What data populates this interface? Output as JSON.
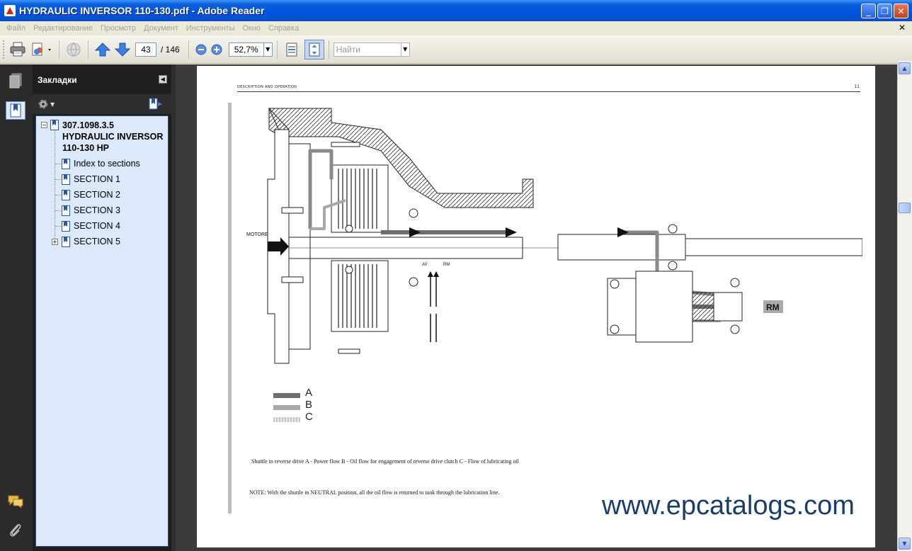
{
  "window": {
    "title": "HYDRAULIC INVERSOR 110-130.pdf - Adobe Reader",
    "minimize": "_",
    "restore": "❐",
    "close": "✕"
  },
  "menu": {
    "items": [
      "Файл",
      "Редактирование",
      "Просмотр",
      "Документ",
      "Инструменты",
      "Окно",
      "Справка"
    ],
    "close_glyph": "✕"
  },
  "toolbar": {
    "page_current": "43",
    "page_total": "/ 146",
    "zoom": "52,7%",
    "find_placeholder": "Найти"
  },
  "bookmarks": {
    "title": "Закладки",
    "root": {
      "line1": "307.1098.3.5",
      "line2": "HYDRAULIC INVERSOR",
      "line3": "110-130 HP"
    },
    "items": [
      "Index to sections",
      "SECTION 1",
      "SECTION 2",
      "SECTION 3",
      "SECTION 4",
      "SECTION 5"
    ]
  },
  "document": {
    "header_left": "DESCRIPTION AND OPERATION",
    "header_right": "11",
    "motore_label": "MOTORE",
    "rm_label": "RM",
    "av_label": "AV",
    "rm_small": "RM",
    "legend": [
      "A",
      "B",
      "C"
    ],
    "caption": "Shuttle in reverse drive A - Power flow     B - Oil flow for engagement of reverse drive clutch     C - Flow of lubricating oil",
    "note": "NOTE: With the shuttle in NEUTRAL position, all the oil flow is returned to tank through the lubrication line.",
    "watermark": "www.epcatalogs.com"
  },
  "colors": {
    "titlebar": "#0054e3",
    "panel_bg": "#1e1e1e",
    "tree_bg": "#dbe9fb",
    "watermark": "#1a3d6e"
  }
}
